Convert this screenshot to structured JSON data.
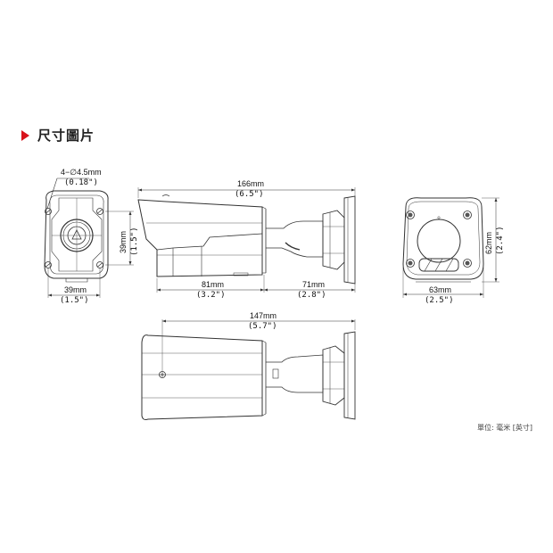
{
  "header": {
    "title": "尺寸圖片",
    "marker_color": "#d8121b"
  },
  "views": {
    "back_mount": {
      "hole_label": "4−∅4.5mm",
      "hole_label_in": "(0.18\")",
      "height_mm": "39mm",
      "height_in": "(1.5\")",
      "width_mm": "39mm",
      "width_in": "(1.5\")"
    },
    "side_top": {
      "total_mm": "166mm",
      "total_in": "(6.5\")",
      "body_mm": "81mm",
      "body_in": "(3.2\")",
      "bracket_mm": "71mm",
      "bracket_in": "(2.8\")"
    },
    "front": {
      "height_mm": "62mm",
      "height_in": "(2.4\")",
      "width_mm": "63mm",
      "width_in": "(2.5\")"
    },
    "side_bottom": {
      "total_mm": "147mm",
      "total_in": "(5.7\")"
    }
  },
  "footer": {
    "units_note": "單位: 毫米 [英寸]"
  }
}
